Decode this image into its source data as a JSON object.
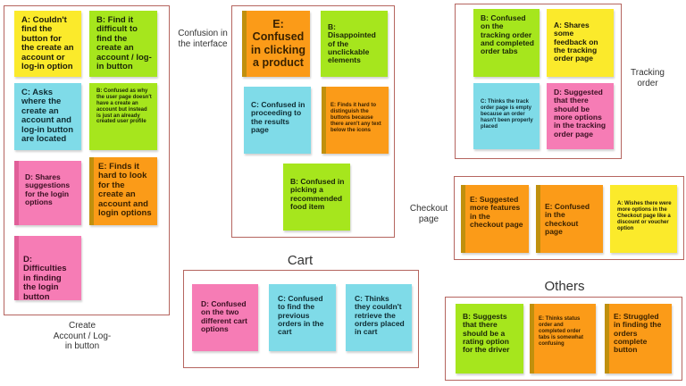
{
  "groups": {
    "create_account": {
      "label": "Create Account / Log-in button",
      "notes": [
        "A: Couldn't find the button for the create an account or log-in option",
        "B: Find it difficult to find the create an account / log-in button",
        "C: Asks where the create an account and log-in button are located",
        "B: Confused as why the user page doesn't have a create an account but instead is just an already created user profile",
        "D: Shares suggestions for the login options",
        "E: Finds it hard to look for the create an account and login options",
        "D: Difficulties in finding the login button"
      ]
    },
    "interface": {
      "label": "Confusion in the interface",
      "notes": [
        "E: Confused in clicking a product",
        "B: Disappointed of the unclickable elements",
        "C: Confused in proceeding to the results page",
        "E: Finds it hard to distinguish the buttons because there aren't any text below the icons",
        "B: Confused in picking a recommended food item"
      ]
    },
    "tracking": {
      "label": "Tracking order",
      "notes": [
        "B: Confused on the tracking order and completed order tabs",
        "A: Shares some feedback on the tracking order page",
        "C: Thinks the track order page is empty because an order hasn't been properly placed",
        "D: Suggested that there should be more options in the tracking order page"
      ]
    },
    "checkout": {
      "label": "Checkout page",
      "notes": [
        "E: Suggested more features in the checkout page",
        "E: Confused in the checkout page",
        "A: Wishes there were more options in the Checkout page like a discount or voucher option"
      ]
    },
    "cart": {
      "label": "Cart",
      "notes": [
        "D: Confused on the two different cart options",
        "C: Confused to find the previous orders in the cart",
        "C: Thinks they couldn't retrieve the orders placed in cart"
      ]
    },
    "others": {
      "label": "Others",
      "notes": [
        "B: Suggests that there should be a rating option for the driver",
        "E: Thinks status order and completed order tabs is somewhat confusing",
        "E: Struggled in finding the orders complete button"
      ]
    }
  }
}
